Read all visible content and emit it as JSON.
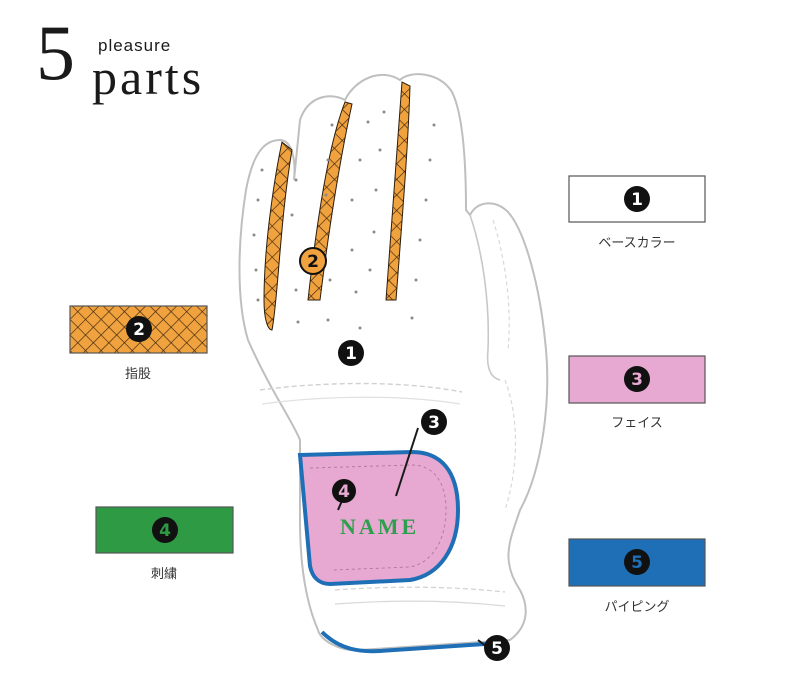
{
  "title": {
    "number": "5",
    "small": "pleasure",
    "big": "parts"
  },
  "parts": [
    {
      "id": "1",
      "label": "ベースカラー",
      "color": "#ffffff"
    },
    {
      "id": "2",
      "label": "指股",
      "color": "#f0a23e"
    },
    {
      "id": "3",
      "label": "フェイス",
      "color": "#e7a9d1"
    },
    {
      "id": "4",
      "label": "刺繍",
      "color": "#2e9b44"
    },
    {
      "id": "5",
      "label": "パイピング",
      "color": "#1f6fb7"
    }
  ],
  "embroidery_text": "NAME"
}
